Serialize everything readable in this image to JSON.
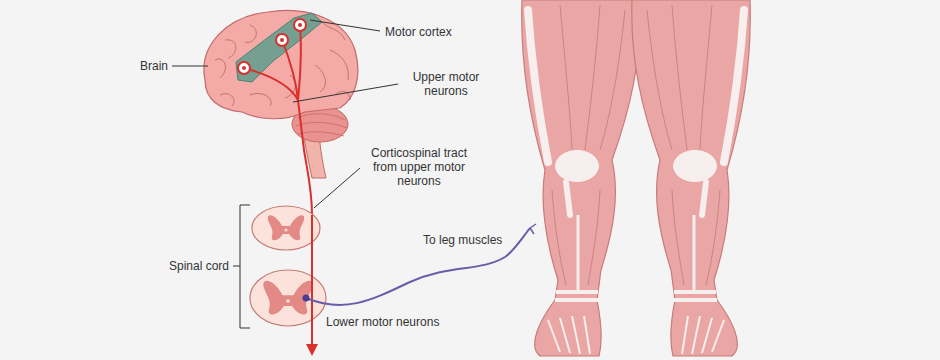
{
  "diagram": {
    "labels": [
      "Motor cortex",
      "Brain",
      "Upper motor neurons",
      "Corticospinal tract from upper motor neurons",
      "Spinal cord",
      "To leg muscles",
      "Lower motor neurons"
    ]
  }
}
